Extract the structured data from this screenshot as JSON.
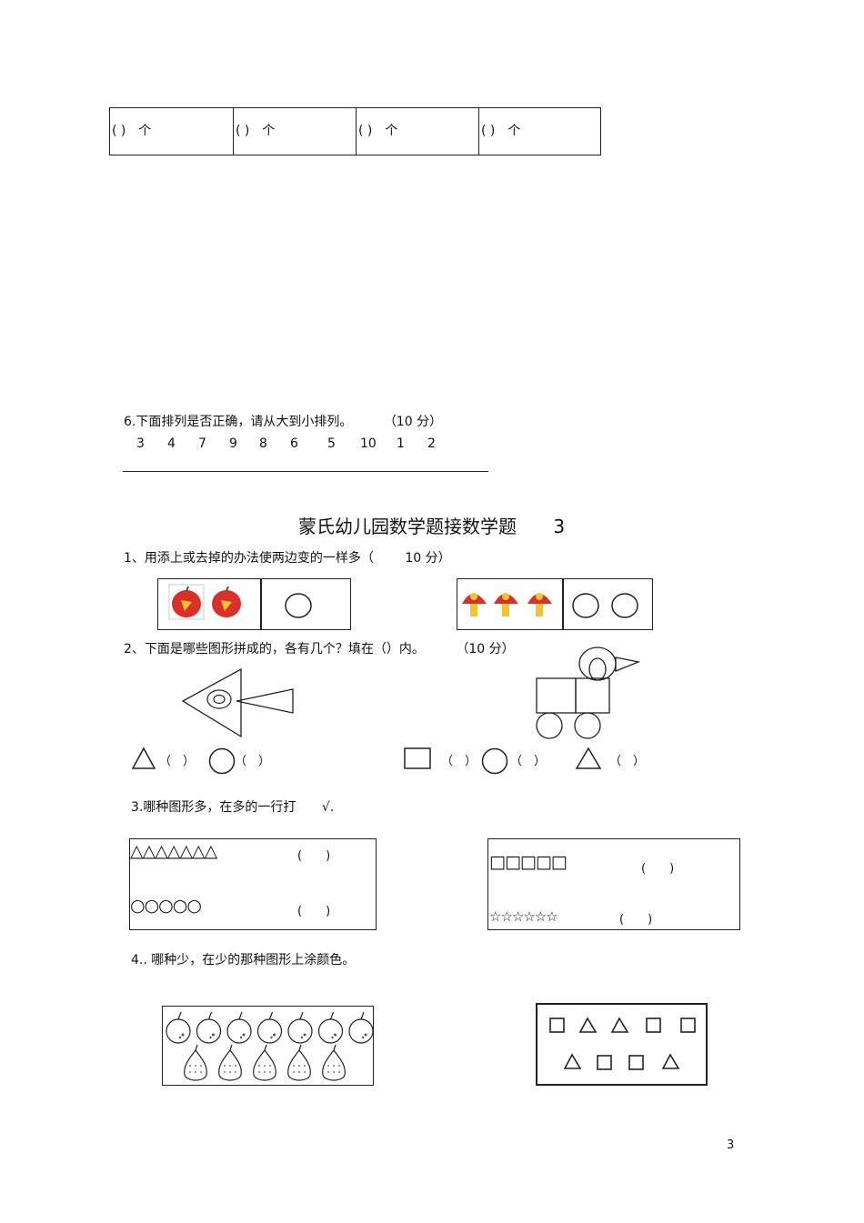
{
  "count_table": {
    "cells": [
      "( )　个",
      "( )　个",
      "( )　个",
      "( )　个"
    ]
  },
  "q6": {
    "title": "6.下面排列是否正确，请从大到小排列。",
    "score": "（10 分）",
    "numbers": [
      "3",
      "4",
      "7",
      "9",
      "8",
      "6",
      "5",
      "10",
      "1",
      "2"
    ]
  },
  "section3": {
    "title": "蒙氏幼儿园数学题接数学题",
    "number": "3"
  },
  "q1": {
    "title": "1、用添上或去掉的办法使两边变的一样多（",
    "score": "10 分）"
  },
  "q2": {
    "title": "2、下面是哪些图形拼成的，各有几个？填在（）内。",
    "score": "（10 分）",
    "blank": "（　）"
  },
  "q3": {
    "title": "3.哪种图形多，在多的一行打",
    "mark": "√.",
    "left_row1": "△△△△△△△",
    "left_row2": "○○○○○",
    "right_row1": "□□□□□",
    "right_row2": "☆☆☆☆☆☆",
    "blank": "(　　)"
  },
  "q4": {
    "title": "4.. 哪种少，在少的那种图形上涂颜色。"
  },
  "page_number": "3",
  "colors": {
    "apple": "#d9302a",
    "mushroom": "#d9302a",
    "line": "#222222"
  }
}
